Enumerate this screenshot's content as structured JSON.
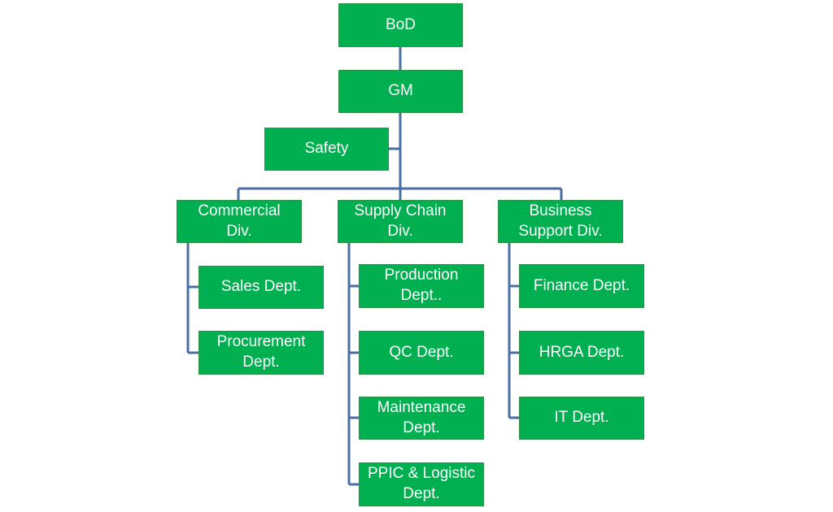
{
  "colors": {
    "node_fill": "#00b050",
    "node_border": "#2f8f45",
    "node_text": "#ffffff",
    "connector": "#4a6fa5"
  },
  "nodes": {
    "bod": {
      "lines": [
        "BoD"
      ]
    },
    "gm": {
      "lines": [
        "GM"
      ]
    },
    "safety": {
      "lines": [
        "Safety"
      ]
    },
    "commercial": {
      "lines": [
        "Commercial",
        "Div."
      ]
    },
    "supply": {
      "lines": [
        "Supply Chain",
        "Div."
      ]
    },
    "business": {
      "lines": [
        "Business",
        "Support Div."
      ]
    },
    "sales": {
      "lines": [
        "Sales Dept."
      ]
    },
    "procurement": {
      "lines": [
        "Procurement",
        "Dept."
      ]
    },
    "production": {
      "lines": [
        "Production",
        "Dept.."
      ]
    },
    "qc": {
      "lines": [
        "QC Dept."
      ]
    },
    "maintenance": {
      "lines": [
        "Maintenance",
        "Dept."
      ]
    },
    "ppic": {
      "lines": [
        "PPIC & Logistic",
        "Dept."
      ]
    },
    "finance": {
      "lines": [
        "Finance Dept."
      ]
    },
    "hrga": {
      "lines": [
        "HRGA Dept."
      ]
    },
    "it": {
      "lines": [
        "IT Dept."
      ]
    }
  }
}
